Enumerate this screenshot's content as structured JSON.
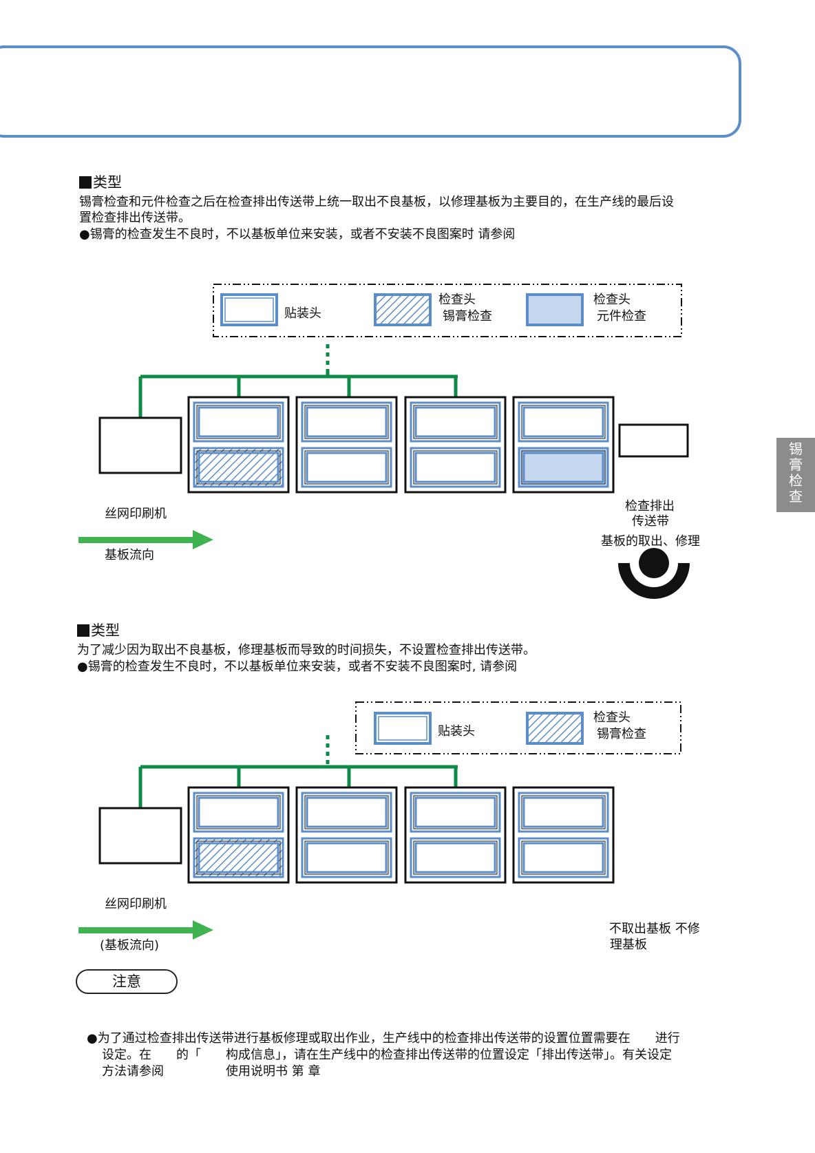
{
  "side_tab": [
    "锡",
    "膏",
    "检",
    "查"
  ],
  "section1": {
    "heading": "类型",
    "desc_line1": "锡膏检查和元件检查之后在检查排出传送带上统一取出不良基板，以修理基板为主要目的，在生产线的最后设",
    "desc_line2": "置检查排出传送带。",
    "bullet": "●锡膏的检查发生不良时，不以基板单位来安装，或者不安装不良图案时 请参阅",
    "legend": {
      "mount_head": "贴装头",
      "paste_line1": "检查头",
      "paste_line2": "锡膏检查",
      "part_line1": "检查头",
      "part_line2": "元件检查"
    },
    "printer_label": "丝网印刷机",
    "flow_label": "基板流向",
    "conveyor_line1": "检查排出",
    "conveyor_line2": "传送带",
    "repair_label": "基板的取出、修理"
  },
  "section2": {
    "heading": "类型",
    "desc": "为了减少因为取出不良基板，修理基板而导致的时间损失，不设置检查排出传送带。",
    "bullet": "●锡膏的检查发生不良时，不以基板单位来安装，或者不安装不良图案时, 请参阅",
    "legend": {
      "mount_head": "贴装头",
      "paste_line1": "检查头",
      "paste_line2": "锡膏检查"
    },
    "printer_label": "丝网印刷机",
    "flow_label": "(基板流向)",
    "no_remove_line1": "不取出基板 不修",
    "no_remove_line2": "理基板"
  },
  "note": {
    "title": "注意",
    "line1": "●为了通过检查排出传送带进行基板修理或取出作业，生产线中的检查排出传送带的设置位置需要在　　进行",
    "line2": "设定。在　　的「　　构成信息」，请在生产线中的检查排出传送带的位置设定「排出传送带」。有关设定",
    "line3": "方法请参阅　　　　　使用说明书 第  章"
  },
  "colors": {
    "accent_blue": "#5b8ec8",
    "line_green": "#0e8a47",
    "arrow_green": "#3fb34f",
    "part_fill": "#c5d7ee"
  }
}
